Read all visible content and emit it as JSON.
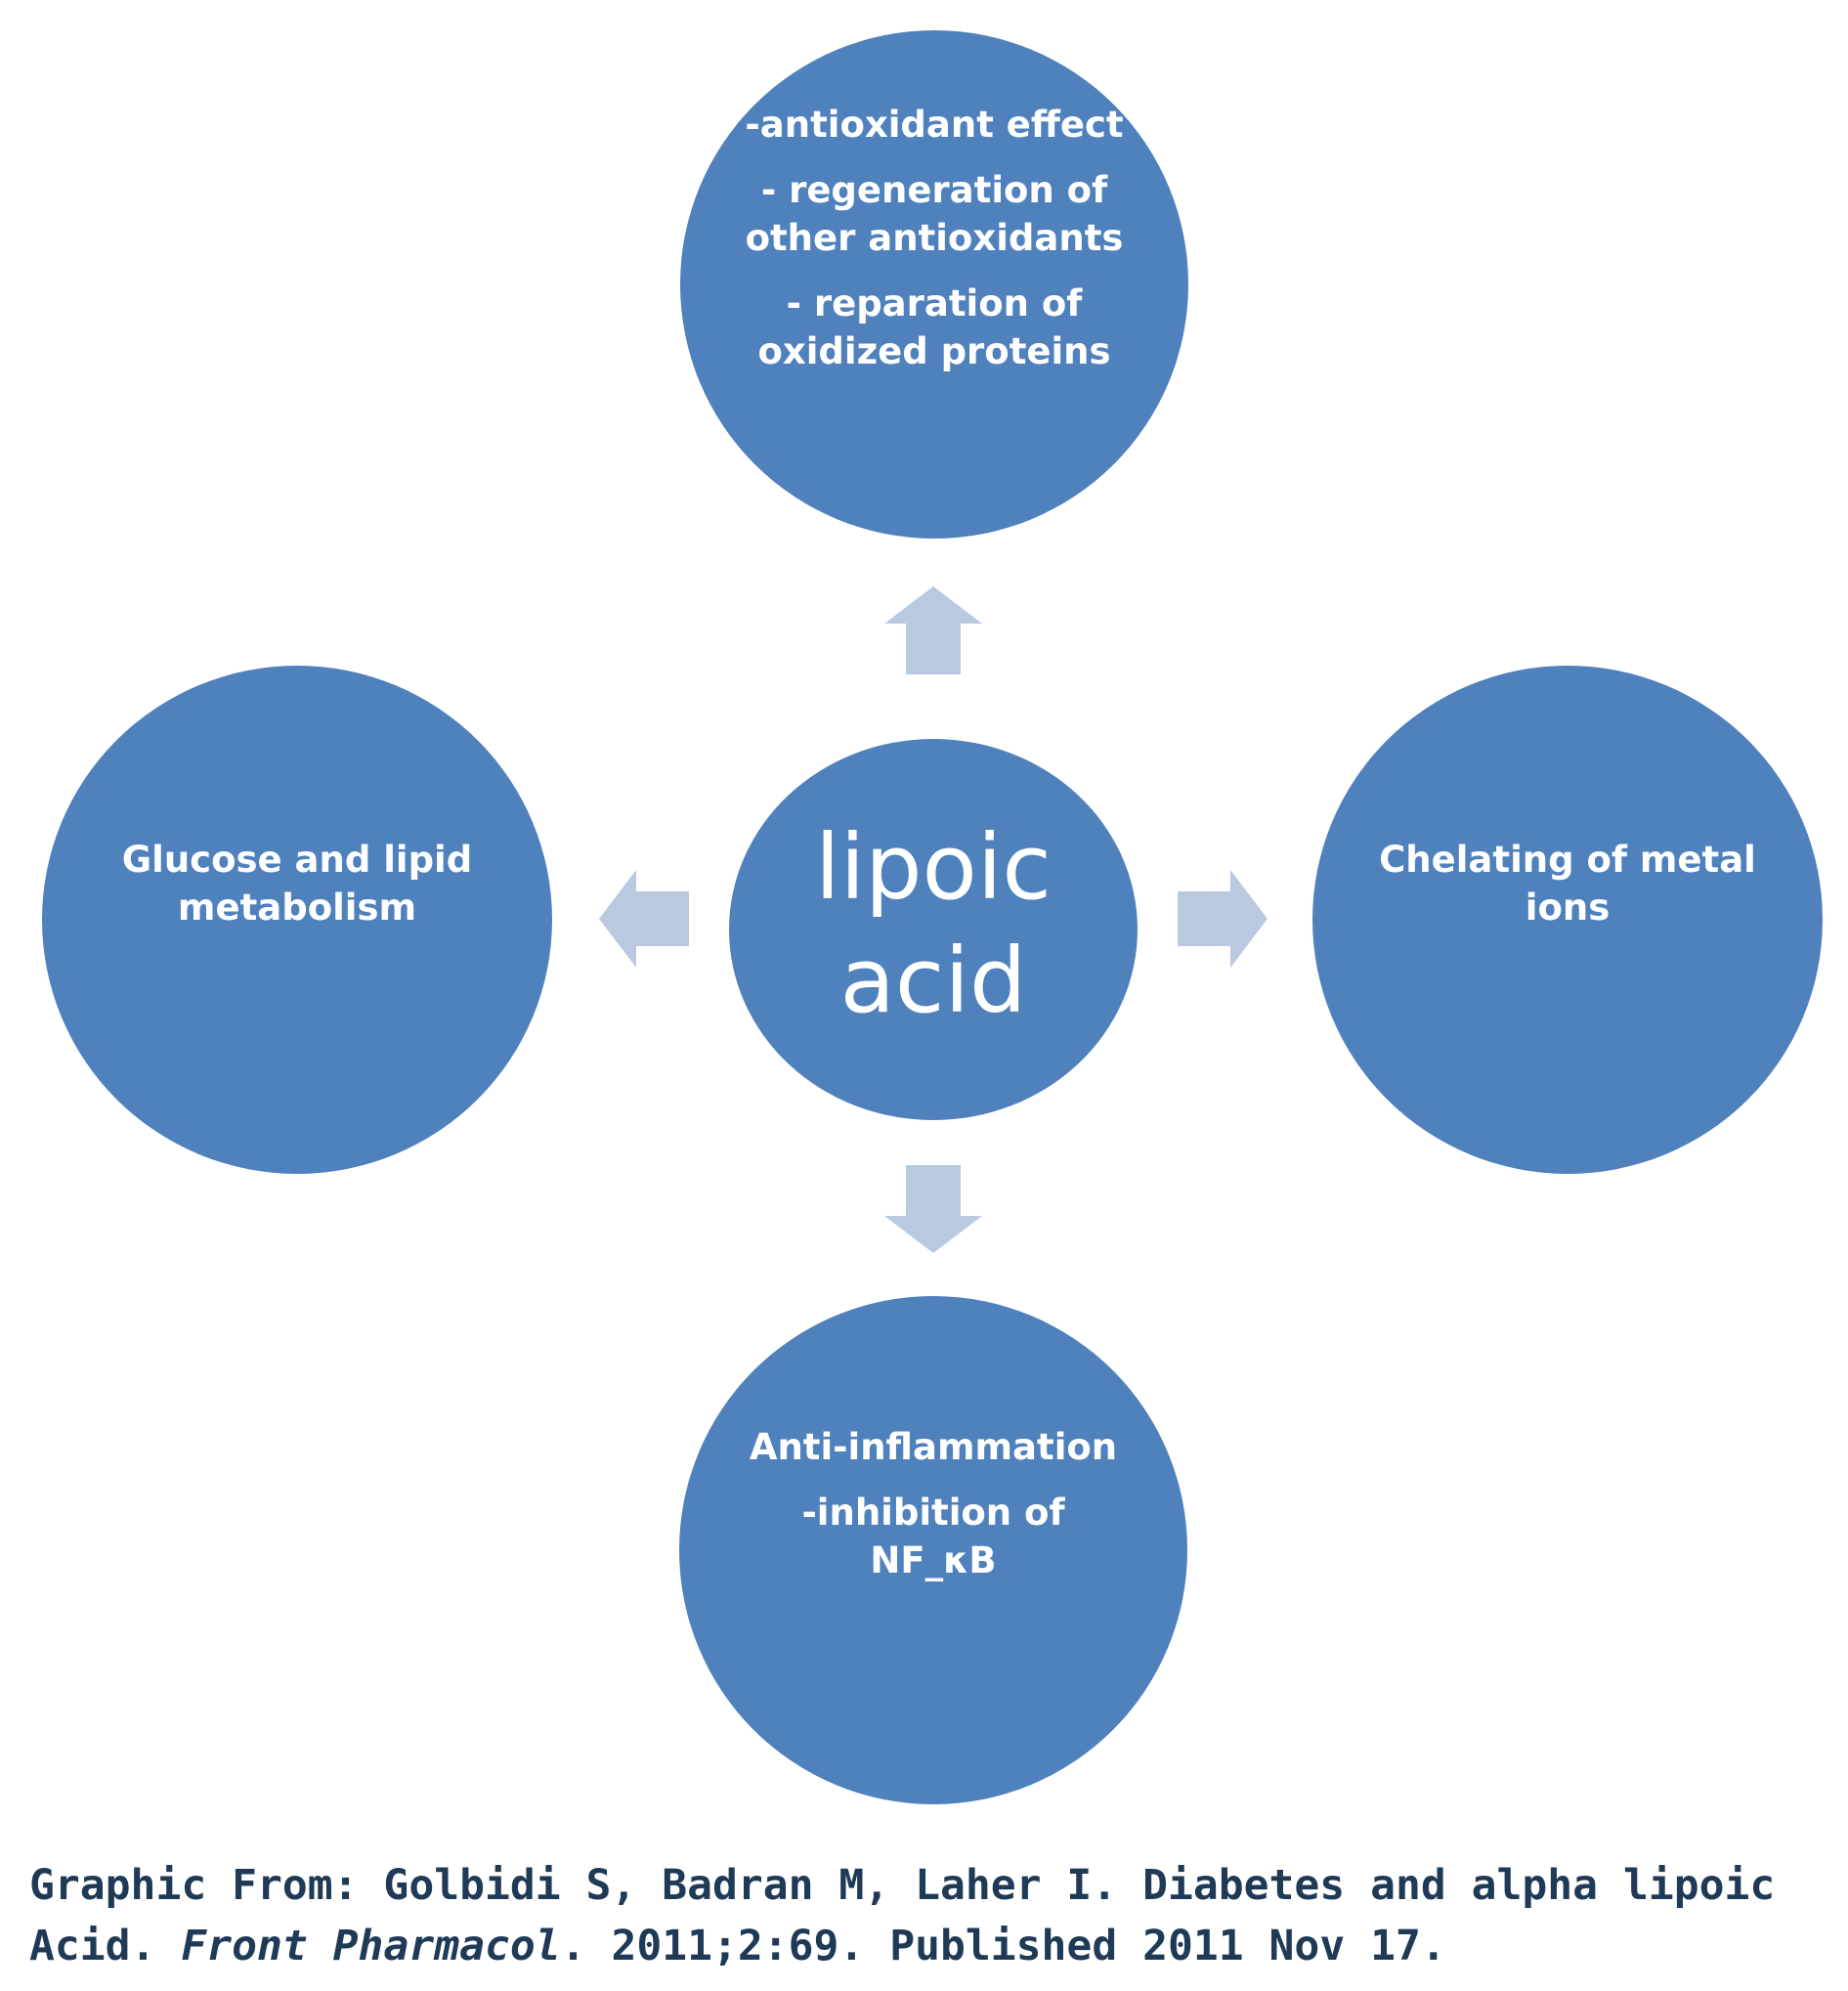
{
  "diagram": {
    "center": {
      "lines": [
        "lipoic",
        "acid"
      ]
    },
    "top": {
      "groups": [
        [
          "-antioxidant effect"
        ],
        [
          "- regeneration of",
          "other antioxidants"
        ],
        [
          "- reparation of",
          "oxidized proteins"
        ]
      ]
    },
    "left": {
      "lines": [
        "Glucose and lipid",
        "metabolism"
      ]
    },
    "right": {
      "lines": [
        "Chelating of metal",
        "ions"
      ]
    },
    "bottom": {
      "groups": [
        [
          "Anti-inflammation"
        ],
        [
          "-inhibition of",
          "NF_κB"
        ]
      ]
    }
  },
  "caption": {
    "line1": "Graphic From: Golbidi S, Badran M, Laher I. Diabetes and alpha lipoic",
    "line2_a": "Acid. ",
    "line2_journal": "Front Pharmacol",
    "line2_b": ". 2011;2:69. Published 2011 Nov 17."
  },
  "colors": {
    "circle": "#4f81bd",
    "arrow": "#b8c9e0",
    "caption_text": "#1f3a56"
  }
}
